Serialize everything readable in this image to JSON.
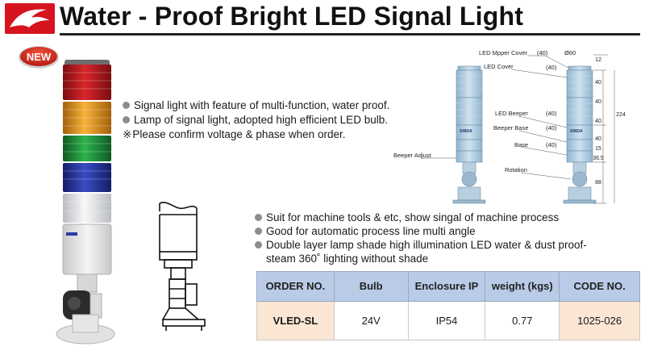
{
  "header": {
    "title": "Water - Proof Bright LED Signal Light",
    "badge": "NEW"
  },
  "colors": {
    "logo_red": "#d6141f",
    "table_header": "#b9cbe6",
    "table_highlight": "#fbe6d4",
    "lamp_red": "#c8171c",
    "lamp_amber": "#f0a11c",
    "lamp_green": "#1e9a3c",
    "lamp_blue": "#2a3aa8",
    "lamp_clear": "#eef0f2"
  },
  "features_top": [
    {
      "marker": "bullet",
      "text": "Signal light with feature of multi-function, water proof."
    },
    {
      "marker": "bullet",
      "text": "Lamp of signal light, adopted high efficient LED bulb."
    },
    {
      "marker": "※",
      "text": "Please confirm voltage & phase when order."
    }
  ],
  "features_bottom": [
    "Suit for machine tools & etc, show singal of machine process",
    "Good for automatic process line multi angle",
    "Double layer lamp shade high illumination LED water & dust proof-"
  ],
  "features_bottom_continuation": "steam 360˚ lighting without shade",
  "diagram": {
    "labels": {
      "mpper_cover": "LED Mpper Cover",
      "led_cover": "LED Cover",
      "led_beeper": "LED Beeper",
      "beeper_base": "Beeper Base",
      "base": "Base",
      "beeper_adjust": "Beeper Adjust",
      "rotation": "Rotation"
    },
    "dims": {
      "d40a": "(40)",
      "d40b": "(40)",
      "d40c": "(40)",
      "d40d": "(40)",
      "d40e": "(40)",
      "dia": "Ø60",
      "r12": "12",
      "r40a": "40",
      "r40b": "40",
      "r40c": "40",
      "r40d": "40",
      "r15": "15",
      "r365": "36.5",
      "r88": "88",
      "r224": "224"
    },
    "brand_a": "SINDA",
    "brand_b": "SINDA"
  },
  "table": {
    "headers": [
      "ORDER NO.",
      "Bulb",
      "Enclosure IP",
      "weight (kgs)",
      "CODE NO."
    ],
    "rows": [
      [
        "VLED-SL",
        "24V",
        "IP54",
        "0.77",
        "1025-026"
      ]
    ]
  }
}
